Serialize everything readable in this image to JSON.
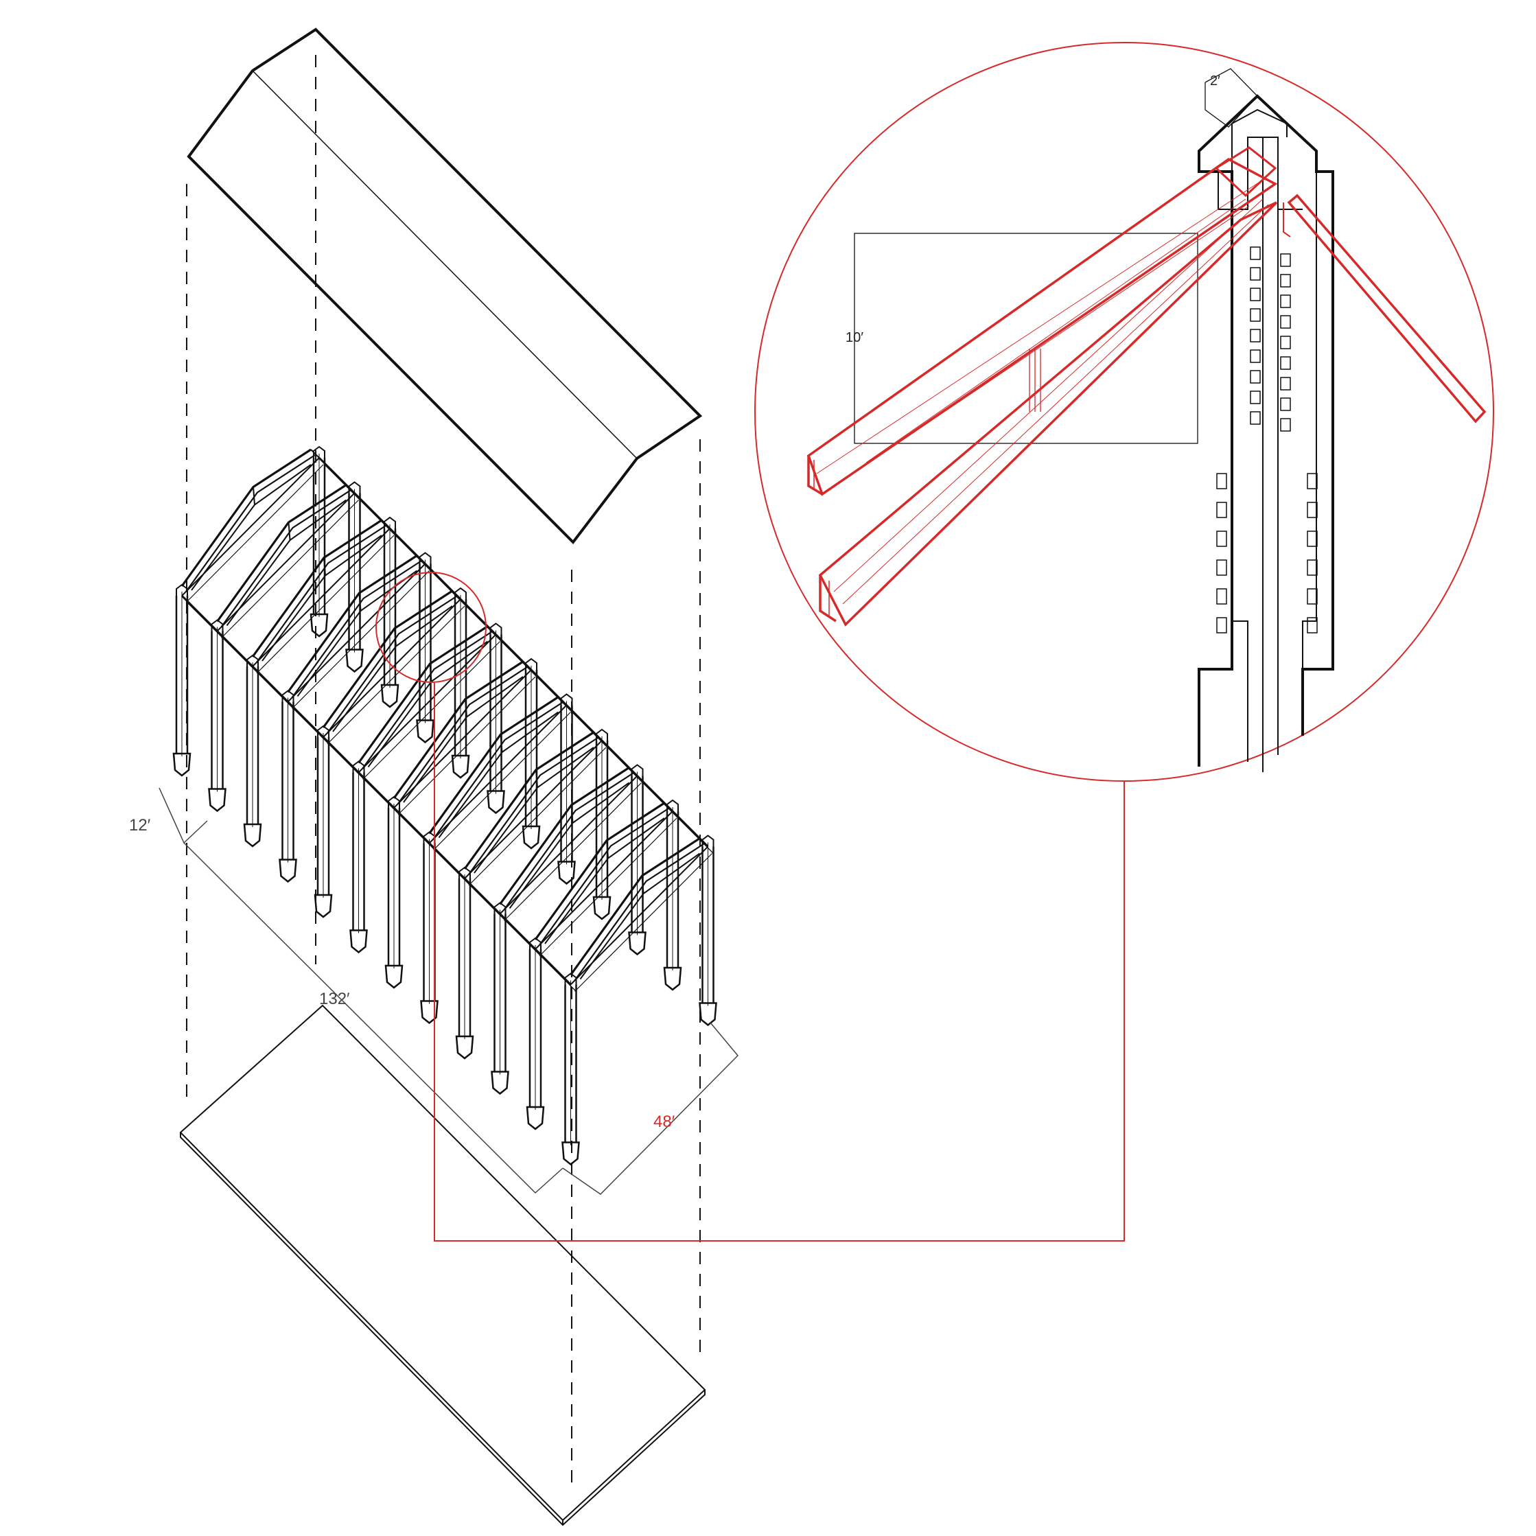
{
  "diagram": {
    "dimensions": {
      "width_short": "12′",
      "length": "132′",
      "width": "48′",
      "detail_height": "10′",
      "detail_post": "2′"
    },
    "bay_count": 11,
    "colors": {
      "line": "#111111",
      "thin_line": "#444444",
      "accent": "#d62a2a"
    }
  }
}
